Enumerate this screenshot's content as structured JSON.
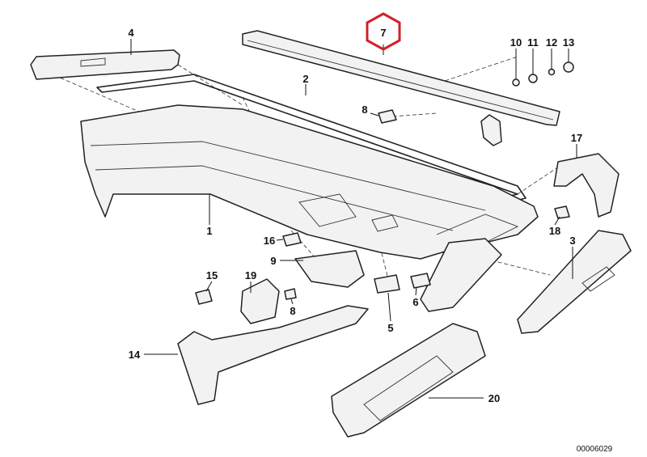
{
  "diagram": {
    "type": "exploded parts diagram",
    "highlighted_part": "7",
    "highlight_color": "#d0202a",
    "labels": {
      "p1": "1",
      "p2": "2",
      "p3": "3",
      "p4": "4",
      "p5": "5",
      "p6": "6",
      "p7": "7",
      "p8a": "8",
      "p8b": "8",
      "p9": "9",
      "p10": "10",
      "p11": "11",
      "p12": "12",
      "p13": "13",
      "p14": "14",
      "p15": "15",
      "p16": "16",
      "p17": "17",
      "p18": "18",
      "p19": "19",
      "p20": "20"
    },
    "diagram_code": "00006029"
  }
}
